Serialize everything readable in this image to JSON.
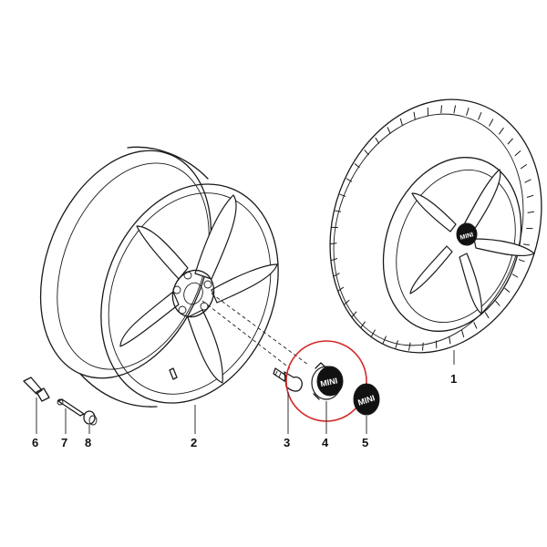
{
  "parts": [
    {
      "number": "1"
    },
    {
      "number": "2"
    },
    {
      "number": "3"
    },
    {
      "number": "4"
    },
    {
      "number": "5"
    },
    {
      "number": "6"
    },
    {
      "number": "7"
    },
    {
      "number": "8"
    }
  ],
  "logo_text": "MINI",
  "colors": {
    "line": "#1a1a1a",
    "highlight": "#d62828",
    "cap": "#111111"
  }
}
